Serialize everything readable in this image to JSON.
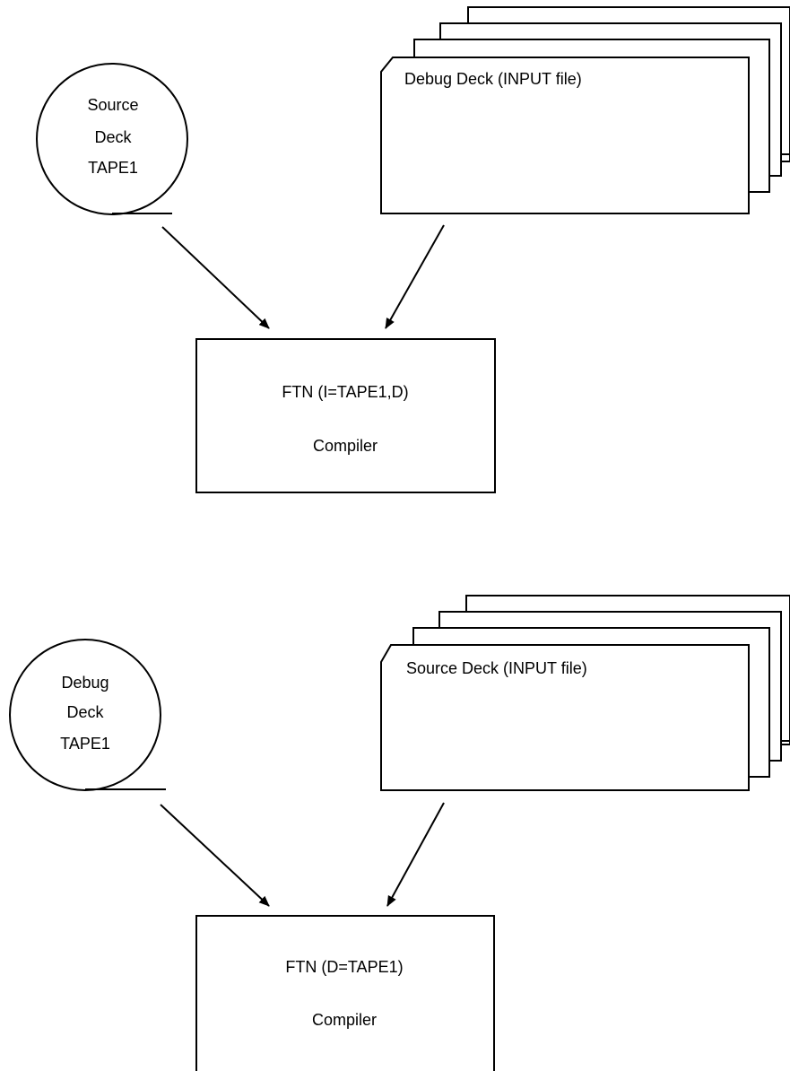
{
  "diagrams": [
    {
      "tape": {
        "line1": "Source",
        "line2": "Deck",
        "line3": "TAPE1"
      },
      "deck": {
        "label": "Debug Deck (INPUT file)"
      },
      "compiler": {
        "command": "FTN (I=TAPE1,D)",
        "name": "Compiler"
      }
    },
    {
      "tape": {
        "line1": "Debug",
        "line2": "Deck",
        "line3": "TAPE1"
      },
      "deck": {
        "label": "Source Deck (INPUT file)"
      },
      "compiler": {
        "command": "FTN (D=TAPE1)",
        "name": "Compiler"
      }
    }
  ]
}
